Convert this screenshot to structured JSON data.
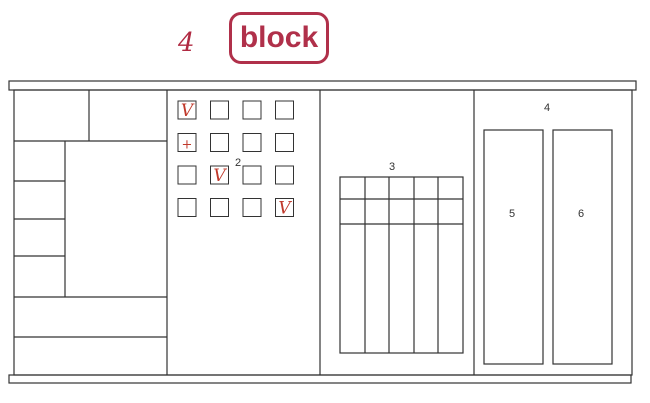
{
  "header": {
    "handwritten_number": "4",
    "badge_label": "block"
  },
  "sections": {
    "s2_label": "2",
    "s3_label": "3",
    "s4_label": "4",
    "s5_label": "5",
    "s6_label": "6"
  },
  "checkbox_grid": {
    "rows": 4,
    "cols": 4,
    "marks": [
      [
        "V",
        "",
        "",
        ""
      ],
      [
        "+",
        "",
        "",
        ""
      ],
      [
        "",
        "V",
        "",
        ""
      ],
      [
        "",
        "",
        "",
        "V"
      ]
    ]
  },
  "colors": {
    "mark": "#c0392b",
    "badge": "#b0304a",
    "line": "#333333"
  }
}
